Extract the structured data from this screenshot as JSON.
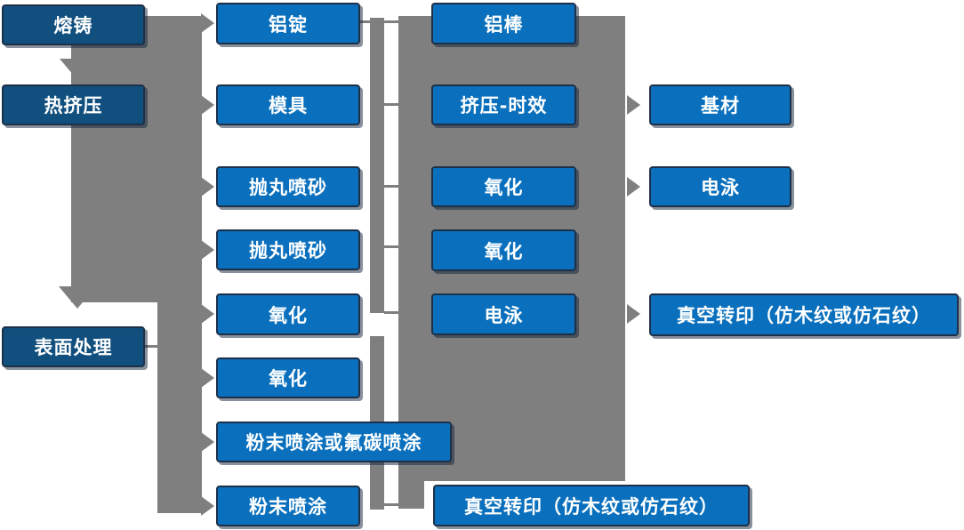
{
  "diagram": {
    "type": "flowchart",
    "language": "zh-CN",
    "colors": {
      "node_fill": "#0a70bd",
      "node_fill_dark": "#114f7e",
      "node_border": "#1d3048",
      "node_text": "#ffffff",
      "connector": "#7f7f7f",
      "background": "#ffffff"
    },
    "nodes": {
      "melt_casting": {
        "label": "熔铸"
      },
      "hot_extrusion": {
        "label": "热挤压"
      },
      "surface_treatment": {
        "label": "表面处理"
      },
      "aluminum_ingot": {
        "label": "铝锭"
      },
      "mold": {
        "label": "模具"
      },
      "shot_blasting_1": {
        "label": "抛丸喷砂"
      },
      "shot_blasting_2": {
        "label": "抛丸喷砂"
      },
      "oxidation_1": {
        "label": "氧化"
      },
      "oxidation_2": {
        "label": "氧化"
      },
      "powder_or_fluorocarbon_coating": {
        "label": "粉末喷涂或氟碳喷涂"
      },
      "powder_coating": {
        "label": "粉末喷涂"
      },
      "aluminum_rod": {
        "label": "铝棒"
      },
      "extrusion_aging": {
        "label": "挤压-时效"
      },
      "oxidation_3": {
        "label": "氧化"
      },
      "oxidation_4": {
        "label": "氧化"
      },
      "electrophoresis_1": {
        "label": "电泳"
      },
      "substrate": {
        "label": "基材"
      },
      "electrophoresis_2": {
        "label": "电泳"
      },
      "vacuum_transfer_1": {
        "label": "真空转印（仿木纹或仿石纹）"
      },
      "vacuum_transfer_2": {
        "label": "真空转印（仿木纹或仿石纹）"
      }
    },
    "edges": [
      "熔铸 → 热挤压",
      "熔铸/热挤压 → 铝锭",
      "→ 模具",
      "→ 抛丸喷砂",
      "→ 抛丸喷砂",
      "→ 氧化",
      "→ 表面处理",
      "表面处理 → 氧化",
      "表面处理 → 粉末喷涂或氟碳喷涂",
      "表面处理 → 粉末喷涂",
      "铝锭 → 铝棒",
      "模具 → 挤压-时效",
      "抛丸喷砂 → 氧化",
      "抛丸喷砂 → 氧化",
      "氧化 → 电泳",
      "挤压-时效 → 基材",
      "氧化 → 电泳",
      "电泳 → 真空转印（仿木纹或仿石纹）",
      "粉末喷涂 → 真空转印（仿木纹或仿石纹）"
    ]
  }
}
